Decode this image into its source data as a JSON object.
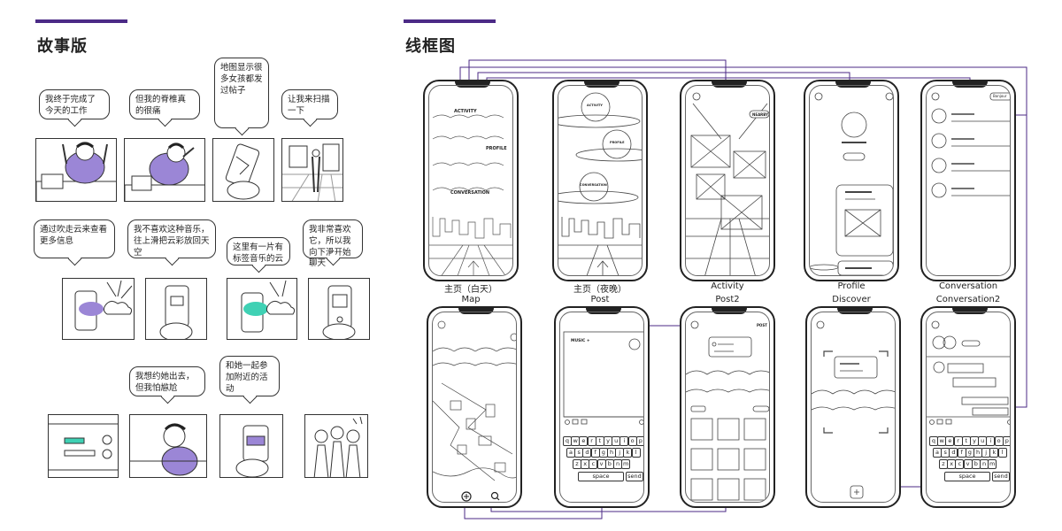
{
  "storyboard": {
    "title": "故事版",
    "bubbles": [
      "我终于完成了今天的工作",
      "但我的脊椎真的很痛",
      "地图显示很多女孩都发过帖子",
      "让我来扫描一下",
      "通过吹走云来查看更多信息",
      "我不喜欢这种音乐，往上滑把云彩放回天空",
      "这里有一片有标签音乐的云",
      "我非常喜欢它，所以我向下滑开始聊天",
      "我想约她出去，但我怕尴尬",
      "和她一起参加附近的活动"
    ]
  },
  "wireframe": {
    "title": "线框图",
    "row1": [
      {
        "caption": "主页（白天）",
        "labels": [
          "ACTIVITY",
          "PROFILE",
          "CONVERSATION"
        ]
      },
      {
        "caption": "主页（夜晚）",
        "labels": [
          "ACTIVITY",
          "PROFILE",
          "CONVERSATION"
        ]
      },
      {
        "caption": "Activity",
        "labels": [
          "NEARBY"
        ]
      },
      {
        "caption": "Profile",
        "labels": []
      },
      {
        "caption": "Conversation",
        "labels": [
          "Bonjour"
        ]
      }
    ],
    "row2": [
      {
        "caption": "Map"
      },
      {
        "caption": "Post",
        "labels": [
          "MUSIC +"
        ]
      },
      {
        "caption": "Post2",
        "labels": [
          "POST"
        ]
      },
      {
        "caption": "Discover"
      },
      {
        "caption": "Conversation2"
      }
    ],
    "keyboard": {
      "row1": [
        "q",
        "w",
        "e",
        "r",
        "t",
        "y",
        "u",
        "i",
        "o",
        "p"
      ],
      "row2": [
        "a",
        "s",
        "d",
        "f",
        "g",
        "h",
        "j",
        "k",
        "l"
      ],
      "row3": [
        "z",
        "x",
        "c",
        "v",
        "b",
        "n",
        "m"
      ],
      "space": "space",
      "send": "send"
    }
  },
  "colors": {
    "accent": "#4b2a86",
    "highlight_purple": "#9b86d6",
    "highlight_teal": "#3fd1b4",
    "ink": "#222222"
  }
}
